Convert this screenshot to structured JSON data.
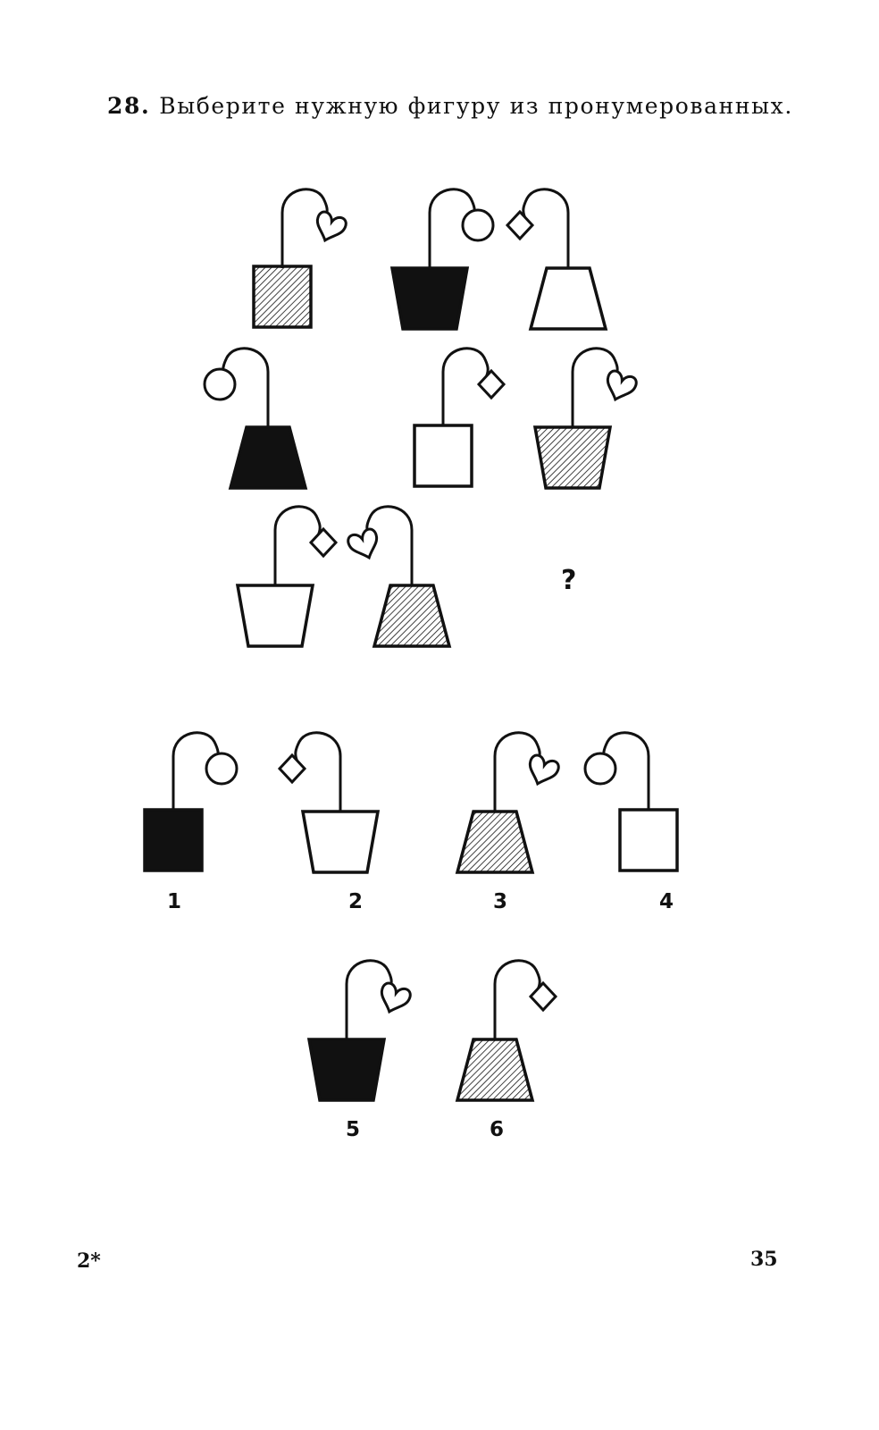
{
  "question": {
    "number": "28.",
    "text": "Выберите нужную фигуру из пронумерованных."
  },
  "matrix_blank": "?",
  "matrix": [
    {
      "pot": "square",
      "fill": "hatched",
      "attach": "heart",
      "side": "right"
    },
    {
      "pot": "cup",
      "fill": "black",
      "attach": "circle",
      "side": "right"
    },
    {
      "pot": "trapezoid",
      "fill": "white",
      "attach": "diamond",
      "side": "left"
    },
    {
      "pot": "trapezoid",
      "fill": "black",
      "attach": "circle",
      "side": "left"
    },
    {
      "pot": "square",
      "fill": "white",
      "attach": "diamond",
      "side": "right"
    },
    {
      "pot": "cup",
      "fill": "hatched",
      "attach": "heart",
      "side": "right"
    },
    {
      "pot": "cup",
      "fill": "white",
      "attach": "diamond",
      "side": "right"
    },
    {
      "pot": "trapezoid",
      "fill": "hatched",
      "attach": "heart",
      "side": "left"
    }
  ],
  "options": [
    {
      "label": "1",
      "pot": "square",
      "fill": "black",
      "attach": "circle",
      "side": "right"
    },
    {
      "label": "2",
      "pot": "cup",
      "fill": "white",
      "attach": "diamond",
      "side": "left"
    },
    {
      "label": "3",
      "pot": "trapezoid",
      "fill": "hatched",
      "attach": "heart",
      "side": "right"
    },
    {
      "label": "4",
      "pot": "square",
      "fill": "white",
      "attach": "circle",
      "side": "left"
    },
    {
      "label": "5",
      "pot": "cup",
      "fill": "black",
      "attach": "heart",
      "side": "right"
    },
    {
      "label": "6",
      "pot": "trapezoid",
      "fill": "hatched",
      "attach": "diamond",
      "side": "right"
    }
  ],
  "footer": {
    "signature": "2*",
    "page_number": "35"
  }
}
